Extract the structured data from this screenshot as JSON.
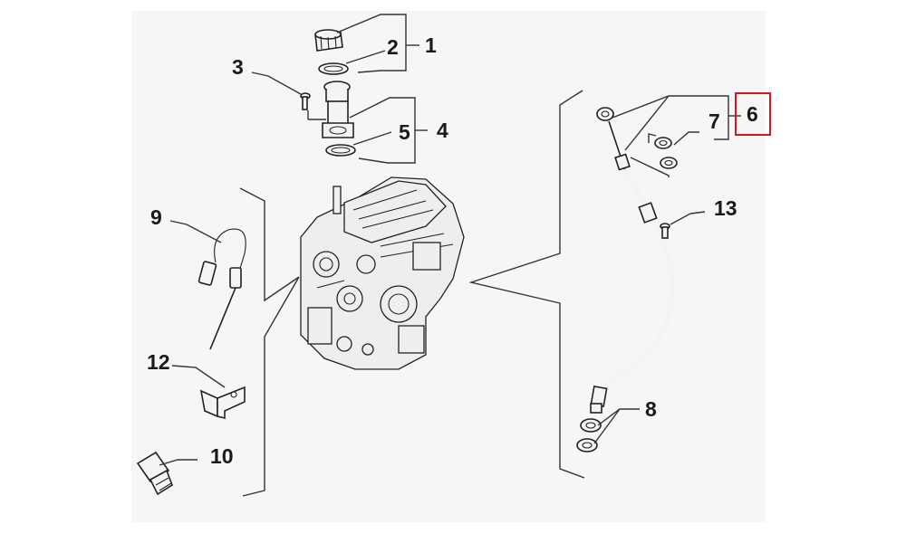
{
  "diagram": {
    "callouts": [
      {
        "id": "p1",
        "label": "1"
      },
      {
        "id": "p2",
        "label": "2"
      },
      {
        "id": "p3",
        "label": "3"
      },
      {
        "id": "p4",
        "label": "4"
      },
      {
        "id": "p5",
        "label": "5"
      },
      {
        "id": "p6",
        "label": "6"
      },
      {
        "id": "p7",
        "label": "7"
      },
      {
        "id": "p8",
        "label": "8"
      },
      {
        "id": "p9",
        "label": "9"
      },
      {
        "id": "p10",
        "label": "10"
      },
      {
        "id": "p12",
        "label": "12"
      },
      {
        "id": "p13",
        "label": "13"
      }
    ],
    "highlight_color": "#d6161c",
    "highlighted_callout": "6"
  }
}
